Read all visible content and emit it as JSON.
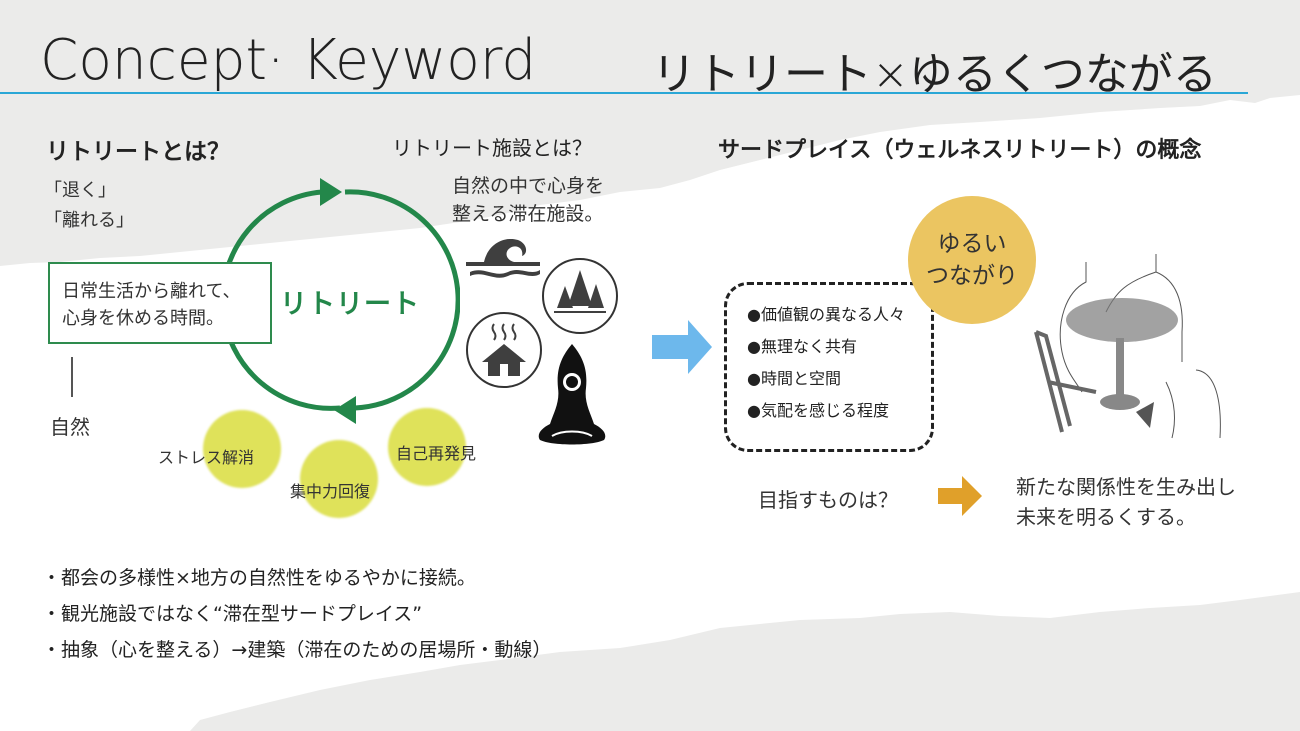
{
  "header": {
    "title_en": "Concept· Keyword",
    "title_ja": "リトリート×ゆるくつながる"
  },
  "retreat_def": {
    "heading": "リトリートとは？",
    "meanings": [
      "「退く」",
      "「離れる」"
    ],
    "box_text": [
      "日常生活から離れて、",
      "心身を休める時間。"
    ],
    "cycle_label": "リトリート",
    "nature_label": "自然",
    "benefits": [
      "ストレス解消",
      "集中力回復",
      "自己再発見"
    ]
  },
  "facility": {
    "heading": "リトリート施設とは？",
    "description": [
      "自然の中で心身を",
      "整える滞在施設。"
    ],
    "icons": [
      "wave-icon",
      "forest-icon",
      "hot-spring-house-icon",
      "meditation-icon"
    ]
  },
  "third_place": {
    "heading": "サードプレイス（ウェルネスリトリート）の概念",
    "items": [
      "●価値観の異なる人々",
      "●無理なく共有",
      "●時間と空間",
      "●気配を感じる程度"
    ],
    "circle_text": [
      "ゆるい",
      "つながり"
    ],
    "goal_question": "目指すものは？",
    "goal_answer": [
      "新たな関係性を生み出し",
      "未来を明るくする。"
    ]
  },
  "summary": {
    "bullets": [
      "・都会の多様性×地方の自然性をゆるやかに接続。",
      "・観光施設ではなく“滞在型サードプレイス”",
      "・抽象（心を整える）→建築（滞在のための居場所・動線）"
    ]
  },
  "colors": {
    "accent_line": "#2aa7d6",
    "retreat_green": "#23874a",
    "bubble_yellow": "#dfe25a",
    "circle_gold": "#ebc561",
    "arrow_blue": "#6db8ec",
    "arrow_orange": "#e0a02a",
    "paper_gray": "#ebebea"
  }
}
